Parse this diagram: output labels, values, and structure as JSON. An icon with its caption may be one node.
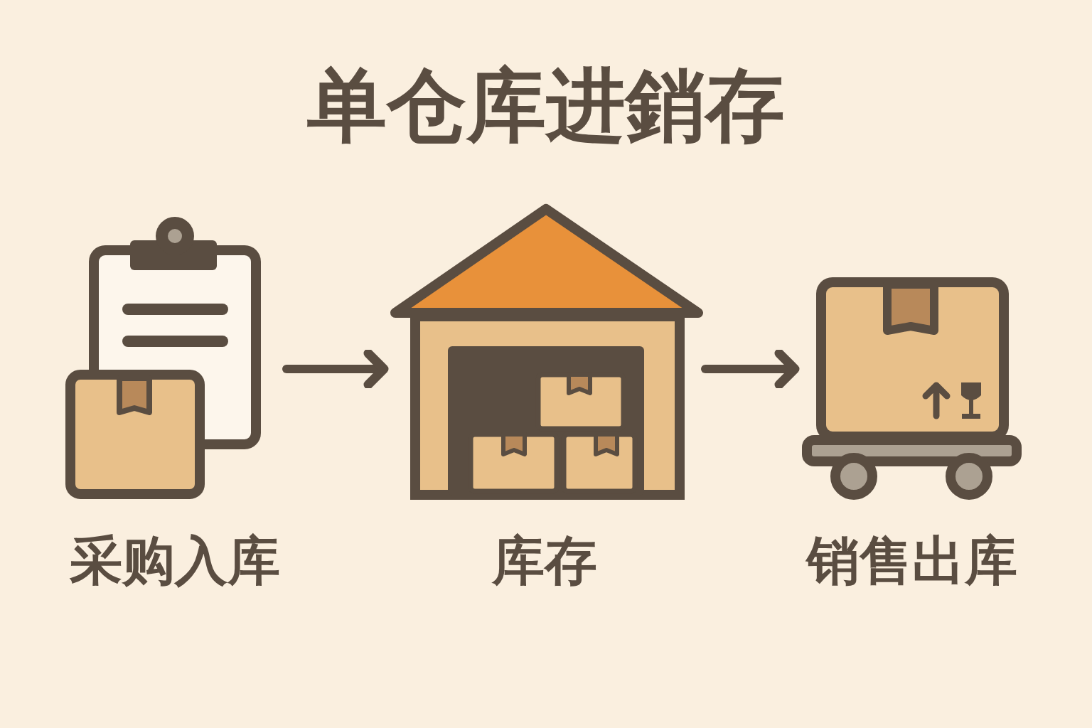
{
  "diagram": {
    "title": "单仓库进銷存",
    "nodes": [
      {
        "text": [
          "采购入库"
        ]
      },
      {
        "text": [
          "库存"
        ]
      },
      {
        "text": [
          "销售出库"
        ]
      }
    ],
    "edges": [
      {
        "from": 0,
        "to": 1,
        "arrow": "to"
      },
      {
        "from": 1,
        "to": 2,
        "arrow": "to"
      }
    ]
  }
}
